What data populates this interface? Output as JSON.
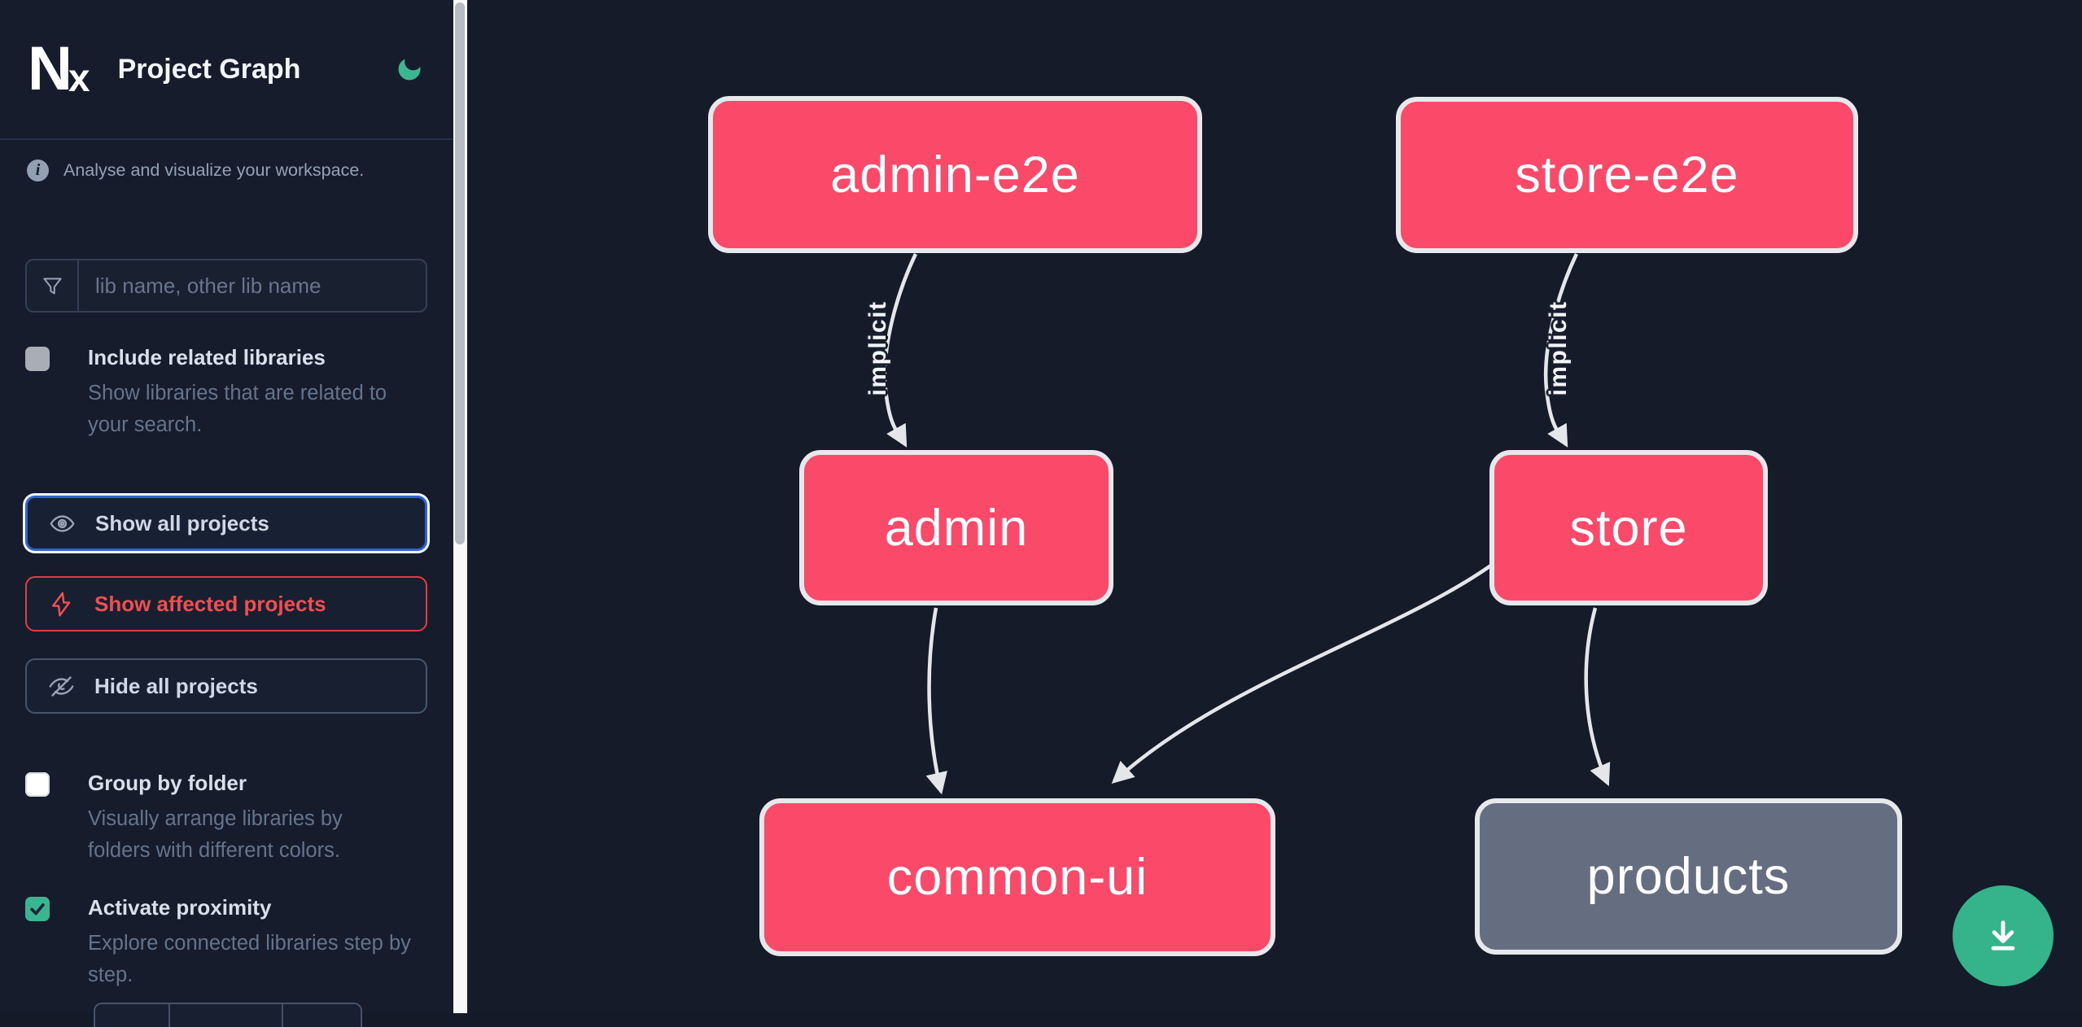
{
  "app": {
    "logo_n": "N",
    "logo_x": "x",
    "title": "Project Graph"
  },
  "sidebar": {
    "tagline": "Analyse and visualize your workspace.",
    "search": {
      "placeholder": "lib name, other lib name",
      "value": ""
    },
    "checkboxes": [
      {
        "label": "Include related libraries",
        "description": "Show libraries that are related to your search.",
        "checked": false
      },
      {
        "label": "Group by folder",
        "description": "Visually arrange libraries by folders with different colors.",
        "checked": false
      },
      {
        "label": "Activate proximity",
        "description": "Explore connected libraries step by step.",
        "checked": true
      }
    ],
    "buttons": [
      {
        "label": "Show all projects",
        "icon": "eye-icon",
        "state": "focused"
      },
      {
        "label": "Show affected projects",
        "icon": "bolt-icon",
        "state": "affected"
      },
      {
        "label": "Hide all projects",
        "icon": "eye-off-icon",
        "state": "default"
      }
    ]
  },
  "graph": {
    "nodes": [
      {
        "id": "admin-e2e",
        "label": "admin-e2e",
        "color": "#fb4a69"
      },
      {
        "id": "store-e2e",
        "label": "store-e2e",
        "color": "#fb4a69"
      },
      {
        "id": "admin",
        "label": "admin",
        "color": "#fb4a69"
      },
      {
        "id": "store",
        "label": "store",
        "color": "#fb4a69"
      },
      {
        "id": "common-ui",
        "label": "common-ui",
        "color": "#fb4a69"
      },
      {
        "id": "products",
        "label": "products",
        "color": "#656e80"
      }
    ],
    "edges": [
      {
        "from": "admin-e2e",
        "to": "admin",
        "label": "implicit"
      },
      {
        "from": "store-e2e",
        "to": "store",
        "label": "implicit"
      },
      {
        "from": "admin",
        "to": "common-ui",
        "label": ""
      },
      {
        "from": "store",
        "to": "common-ui",
        "label": ""
      },
      {
        "from": "store",
        "to": "products",
        "label": ""
      }
    ]
  },
  "fab": {
    "icon": "download-icon"
  },
  "colors": {
    "accent_green": "#35b38b",
    "node_pink": "#fb4a69",
    "node_gray": "#656e80",
    "focus_blue": "#2e63d8",
    "affected_red": "#f04f4f",
    "edge_gray": "#e5e6ea",
    "sidebar_bg": "#161c2b",
    "canvas_bg": "#151b29"
  }
}
